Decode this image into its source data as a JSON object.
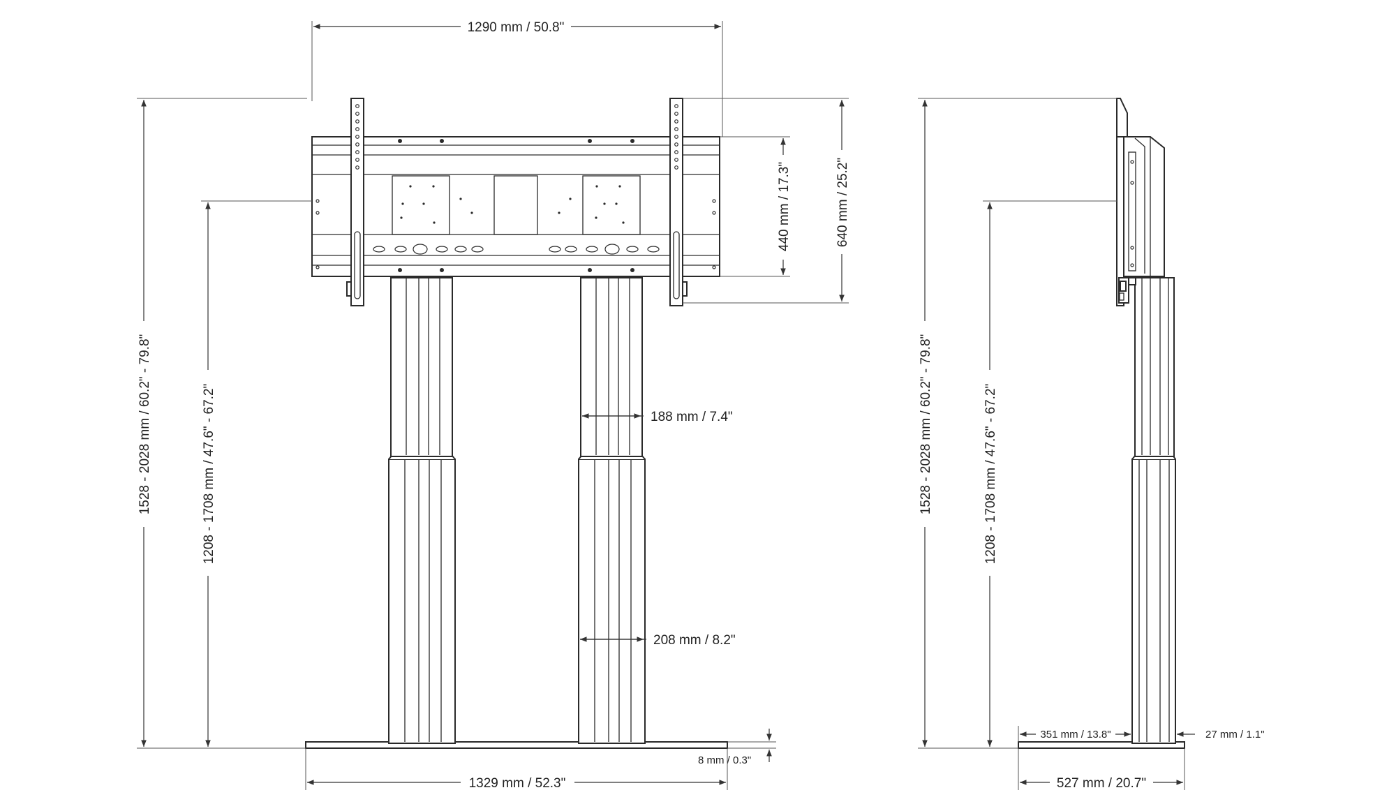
{
  "colors": {
    "line": "#2a2a2a",
    "background": "#ffffff"
  },
  "front_view": {
    "width_top": "1290 mm / 50.8\"",
    "height_total": "1528 - 2028 mm / 60.2\" - 79.8\"",
    "height_center": "1208 - 1708 mm / 47.6\" - 67.2\"",
    "plate_height_inner": "440 mm / 17.3\"",
    "bracket_height": "640 mm / 25.2\"",
    "column_upper_width": "188 mm / 7.4\"",
    "column_lower_width": "208 mm / 8.2\"",
    "base_thickness": "8 mm / 0.3\"",
    "base_width": "1329 mm / 52.3\""
  },
  "side_view": {
    "height_total": "1528 - 2028 mm / 60.2\" - 79.8\"",
    "height_center": "1208 - 1708 mm / 47.6\" - 67.2\"",
    "depth_front": "351 mm / 13.8\"",
    "depth_back": "27 mm /  1.1\"",
    "base_depth": "527 mm / 20.7\""
  }
}
